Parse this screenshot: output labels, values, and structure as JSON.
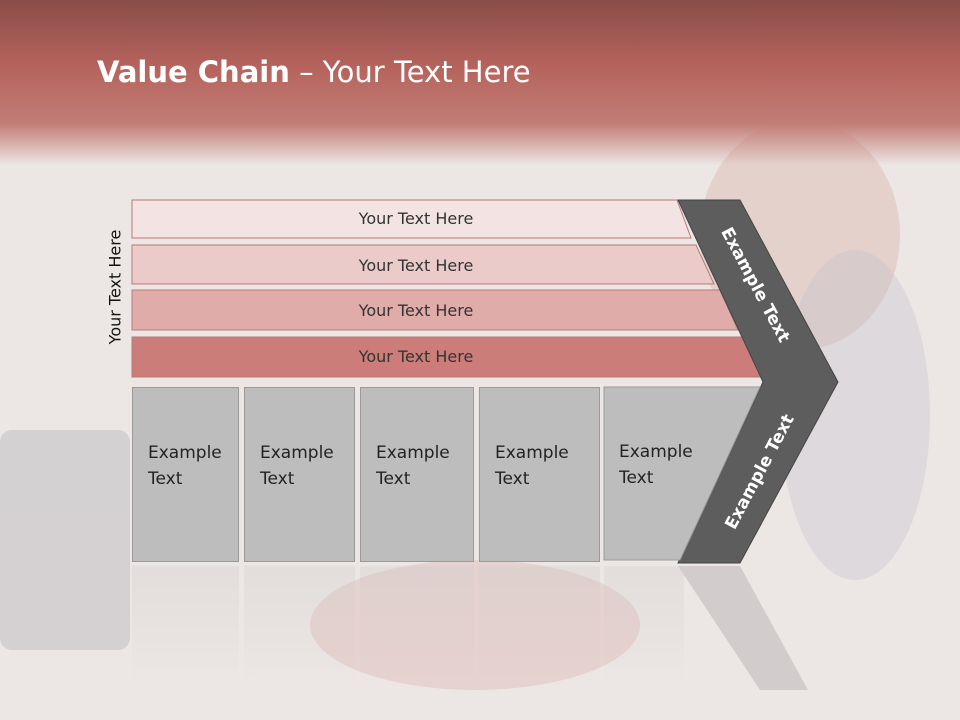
{
  "title": {
    "bold": "Value Chain",
    "rest": " – Your Text Here"
  },
  "y_axis_label": "Your Text Here",
  "bars": [
    {
      "label": "Your Text Here",
      "color": "#f3e4e3"
    },
    {
      "label": "Your Text Here",
      "color": "#ebcbc9"
    },
    {
      "label": "Your Text Here",
      "color": "#dfacaa"
    },
    {
      "label": "Your Text Here",
      "color": "#cc7d7a"
    }
  ],
  "cells": [
    {
      "line1": "Example",
      "line2": "Text"
    },
    {
      "line1": "Example",
      "line2": "Text"
    },
    {
      "line1": "Example",
      "line2": "Text"
    },
    {
      "line1": "Example",
      "line2": "Text"
    },
    {
      "line1": "Example",
      "line2": "Text"
    }
  ],
  "arrow_upper_label": "Example Text",
  "arrow_lower_label": "Example Text",
  "colors": {
    "header": "#b5635c",
    "arrow": "#5d5d5d",
    "cell": "#bdbdbd"
  }
}
